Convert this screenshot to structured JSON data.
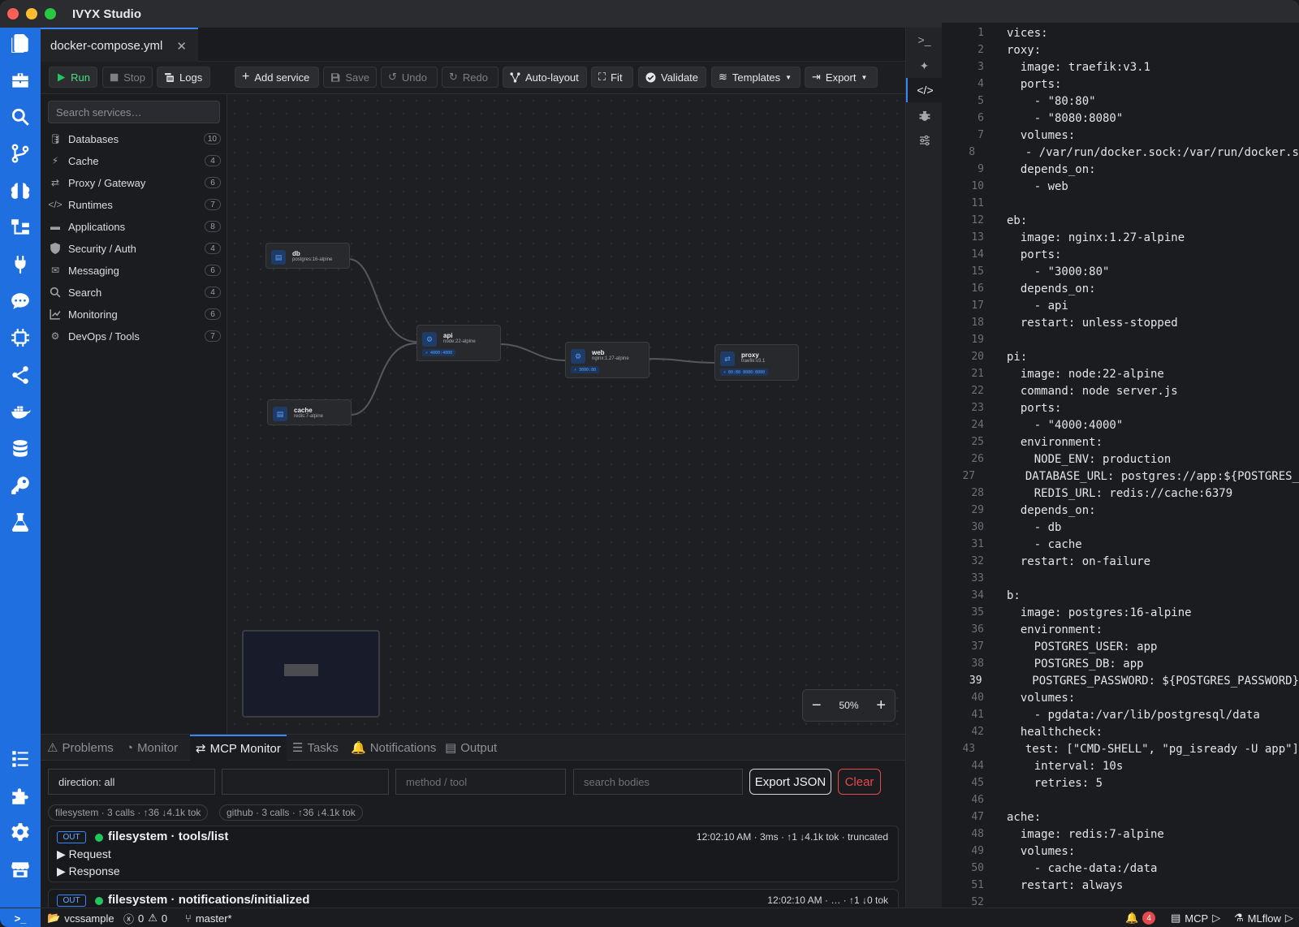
{
  "window": {
    "title": "IVYX Studio"
  },
  "colors": {
    "accent": "#1f6fe0",
    "run_green": "#22c55e",
    "danger": "#e5484d",
    "port_blue": "#5aa0ff"
  },
  "editor_tab": {
    "label": "docker-compose.yml",
    "close": "✕"
  },
  "toolbar": {
    "run": "Run",
    "stop": "Stop",
    "logs": "Logs",
    "add_service": "Add service",
    "save": "Save",
    "undo": "Undo",
    "redo": "Redo",
    "auto_layout": "Auto-layout",
    "fit": "Fit",
    "validate": "Validate",
    "templates": "Templates",
    "export": "Export"
  },
  "palette": {
    "search_placeholder": "Search services…",
    "categories": [
      {
        "label": "Databases",
        "count": "10",
        "icon": "database-icon"
      },
      {
        "label": "Cache",
        "count": "4",
        "icon": "bolt-icon"
      },
      {
        "label": "Proxy / Gateway",
        "count": "6",
        "icon": "network-icon"
      },
      {
        "label": "Runtimes",
        "count": "7",
        "icon": "code-icon"
      },
      {
        "label": "Applications",
        "count": "8",
        "icon": "window-icon"
      },
      {
        "label": "Security / Auth",
        "count": "4",
        "icon": "shield-icon"
      },
      {
        "label": "Messaging",
        "count": "6",
        "icon": "inbox-icon"
      },
      {
        "label": "Search",
        "count": "4",
        "icon": "search-icon"
      },
      {
        "label": "Monitoring",
        "count": "6",
        "icon": "chart-icon"
      },
      {
        "label": "DevOps / Tools",
        "count": "7",
        "icon": "gears-icon"
      }
    ]
  },
  "nodes": {
    "db": {
      "name": "db",
      "image": "postgres:16-alpine"
    },
    "cache": {
      "name": "cache",
      "image": "redis:7-alpine"
    },
    "api": {
      "name": "api",
      "image": "node:22-alpine",
      "port": "⚡ 4000:4000"
    },
    "web": {
      "name": "web",
      "image": "nginx:1.27-alpine",
      "port": "⚡ 3000:80"
    },
    "proxy": {
      "name": "proxy",
      "image": "traefik:v3.1",
      "port": "⚡ 80:80  8080:8080"
    }
  },
  "zoom": {
    "minus": "−",
    "level": "50%",
    "plus": "+"
  },
  "panel": {
    "tabs": [
      "Problems",
      "Monitor",
      "MCP Monitor",
      "Tasks",
      "Notifications",
      "Output"
    ],
    "direction": "direction: all",
    "method_placeholder": "method / tool",
    "search_placeholder": "search bodies",
    "export_json": "Export JSON",
    "clear": "Clear",
    "chips": [
      "filesystem · 3 calls · ↑36 ↓4.1k tok",
      "github · 3 calls · ↑36 ↓4.1k tok"
    ],
    "entries": [
      {
        "dir": "OUT",
        "title": "filesystem · tools/list",
        "meta": "12:02:10 AM · 3ms · ↑1 ↓4.1k tok · truncated",
        "request": "▶ Request",
        "response": "▶ Response"
      },
      {
        "dir": "OUT",
        "title": "filesystem · notifications/initialized",
        "meta": "12:02:10 AM · … · ↑1 ↓0 tok"
      }
    ]
  },
  "code": {
    "current_line": 39,
    "lines": [
      "vices:",
      "roxy:",
      "  image: traefik:v3.1",
      "  ports:",
      "    - \"80:80\"",
      "    - \"8080:8080\"",
      "  volumes:",
      "    - /var/run/docker.sock:/var/run/docker.s",
      "  depends_on:",
      "    - web",
      "",
      "eb:",
      "  image: nginx:1.27-alpine",
      "  ports:",
      "    - \"3000:80\"",
      "  depends_on:",
      "    - api",
      "  restart: unless-stopped",
      "",
      "pi:",
      "  image: node:22-alpine",
      "  command: node server.js",
      "  ports:",
      "    - \"4000:4000\"",
      "  environment:",
      "    NODE_ENV: production",
      "    DATABASE_URL: postgres://app:${POSTGRES_",
      "    REDIS_URL: redis://cache:6379",
      "  depends_on:",
      "    - db",
      "    - cache",
      "  restart: on-failure",
      "",
      "b:",
      "  image: postgres:16-alpine",
      "  environment:",
      "    POSTGRES_USER: app",
      "    POSTGRES_DB: app",
      "    POSTGRES_PASSWORD: ${POSTGRES_PASSWORD}",
      "  volumes:",
      "    - pgdata:/var/lib/postgresql/data",
      "  healthcheck:",
      "    test: [\"CMD-SHELL\", \"pg_isready -U app\"]",
      "    interval: 10s",
      "    retries: 5",
      "",
      "ache:",
      "  image: redis:7-alpine",
      "  volumes:",
      "    - cache-data:/data",
      "  restart: always",
      ""
    ]
  },
  "status": {
    "terminal": ">_",
    "folder": "vcssample",
    "errors": "0",
    "warnings": "0",
    "branch": "master*",
    "notifications": "4",
    "mcp": "MCP",
    "mlflow": "MLflow"
  }
}
